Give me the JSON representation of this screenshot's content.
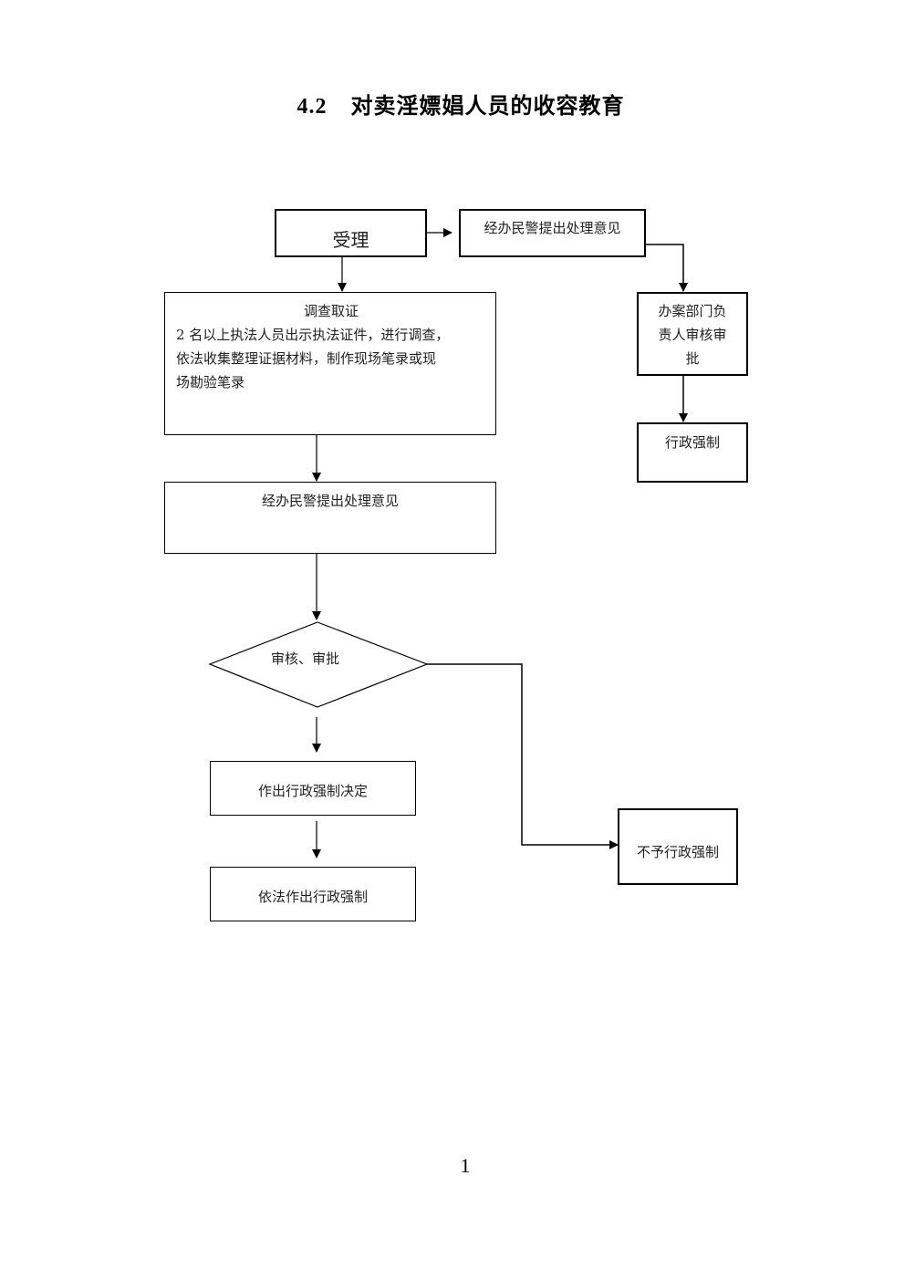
{
  "document": {
    "section_number": "4.2",
    "title": "对卖淫嫖娼人员的收容教育",
    "page_number": "1"
  },
  "flowchart": {
    "nodes": {
      "accept": "受理",
      "officer_opinion_top": "经办民警提出处理意见",
      "dept_review": "办案部门负责人审核审批",
      "dept_review_lines": [
        "办案部门负",
        "责人审核审",
        "批"
      ],
      "enforce_right": "行政强制",
      "investigation_title": "调查取证",
      "investigation_lines": [
        "2 名以上执法人员出示执法证件，进行调查，",
        "依法收集整理证据材料，制作现场笔录或现",
        "场勘验笔录"
      ],
      "officer_opinion": "经办民警提出处理意见",
      "review_approve": "审核、审批",
      "decision": "作出行政强制决定",
      "execute": "依法作出行政强制",
      "no_enforce": "不予行政强制"
    }
  }
}
